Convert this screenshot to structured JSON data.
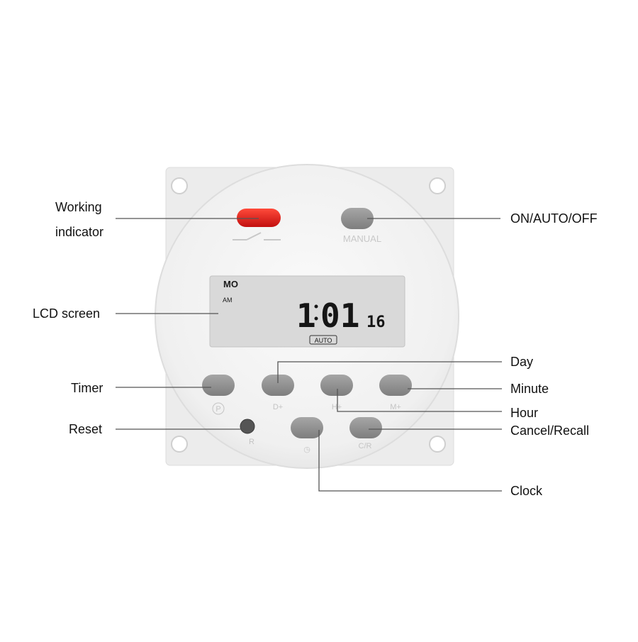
{
  "labels": {
    "working_indicator_line1": "Working",
    "working_indicator_line2": "indicator",
    "on_auto_off": "ON/AUTO/OFF",
    "lcd_screen": "LCD screen",
    "timer": "Timer",
    "reset": "Reset",
    "day": "Day",
    "minute": "Minute",
    "hour": "Hour",
    "cancel_recall": "Cancel/Recall",
    "clock": "Clock"
  },
  "device": {
    "manual_label": "MANUAL",
    "lcd": {
      "day": "MO",
      "meridiem": "AM",
      "hour": "1",
      "minute": "01",
      "seconds": "16",
      "mode": "AUTO"
    },
    "buttons": {
      "timer": "P",
      "day": "D+",
      "hour": "H+",
      "minute": "M+",
      "reset": "R",
      "clock": "◷",
      "cancel_recall": "C/R"
    }
  },
  "colors": {
    "housing": "#f3f3f3",
    "lcd_background": "#d9d9d9",
    "indicator": "#e01a1a",
    "button": "#8c8c8c",
    "callout_line": "#555555"
  }
}
